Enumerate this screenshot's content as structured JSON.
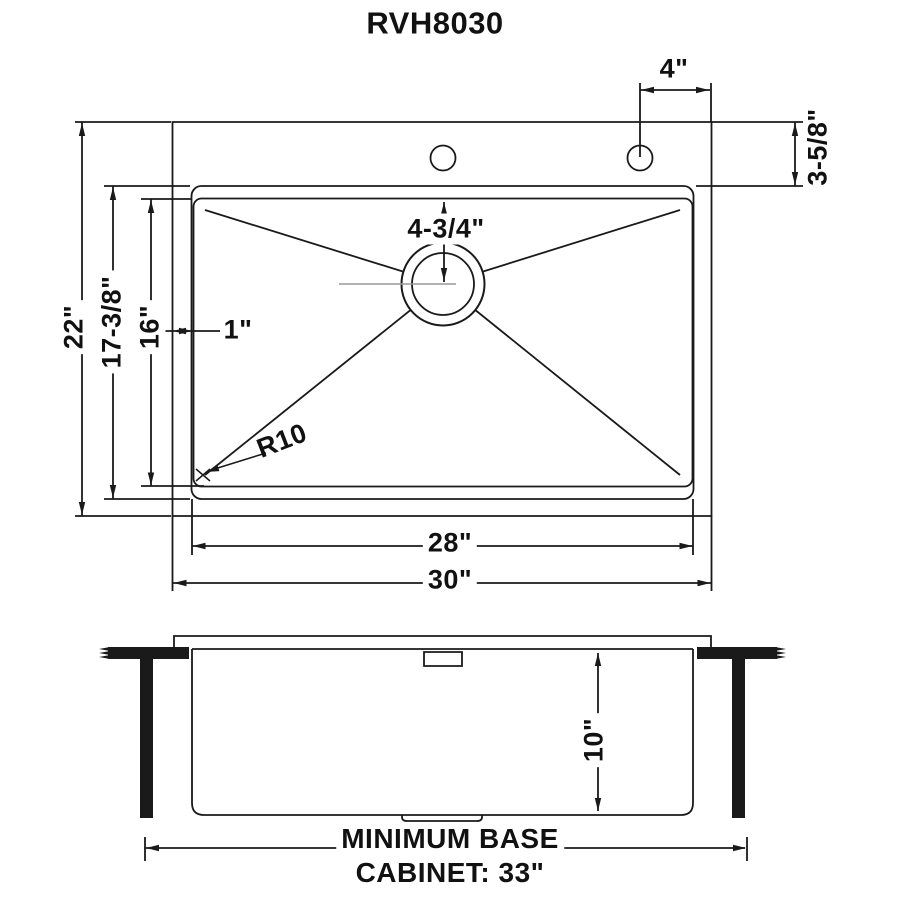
{
  "title": "RVH8030",
  "colors": {
    "line": "#1a1a1a",
    "centerline": "#999999",
    "background": "#ffffff"
  },
  "top_view": {
    "labels": {
      "hole_offset": "4\"",
      "hole_setback": "3-5/8\"",
      "overall_depth": "22\"",
      "cutout_depth": "17-3/8\"",
      "bowl_front_back": "16\"",
      "rim_width": "1\"",
      "drain_diameter": "4-3/4\"",
      "corner_radius": "R10",
      "bowl_width": "28\"",
      "overall_width": "30\""
    }
  },
  "side_view": {
    "labels": {
      "bowl_depth": "10\""
    },
    "note_line1": "MINIMUM BASE",
    "note_line2": "CABINET: 33\""
  }
}
